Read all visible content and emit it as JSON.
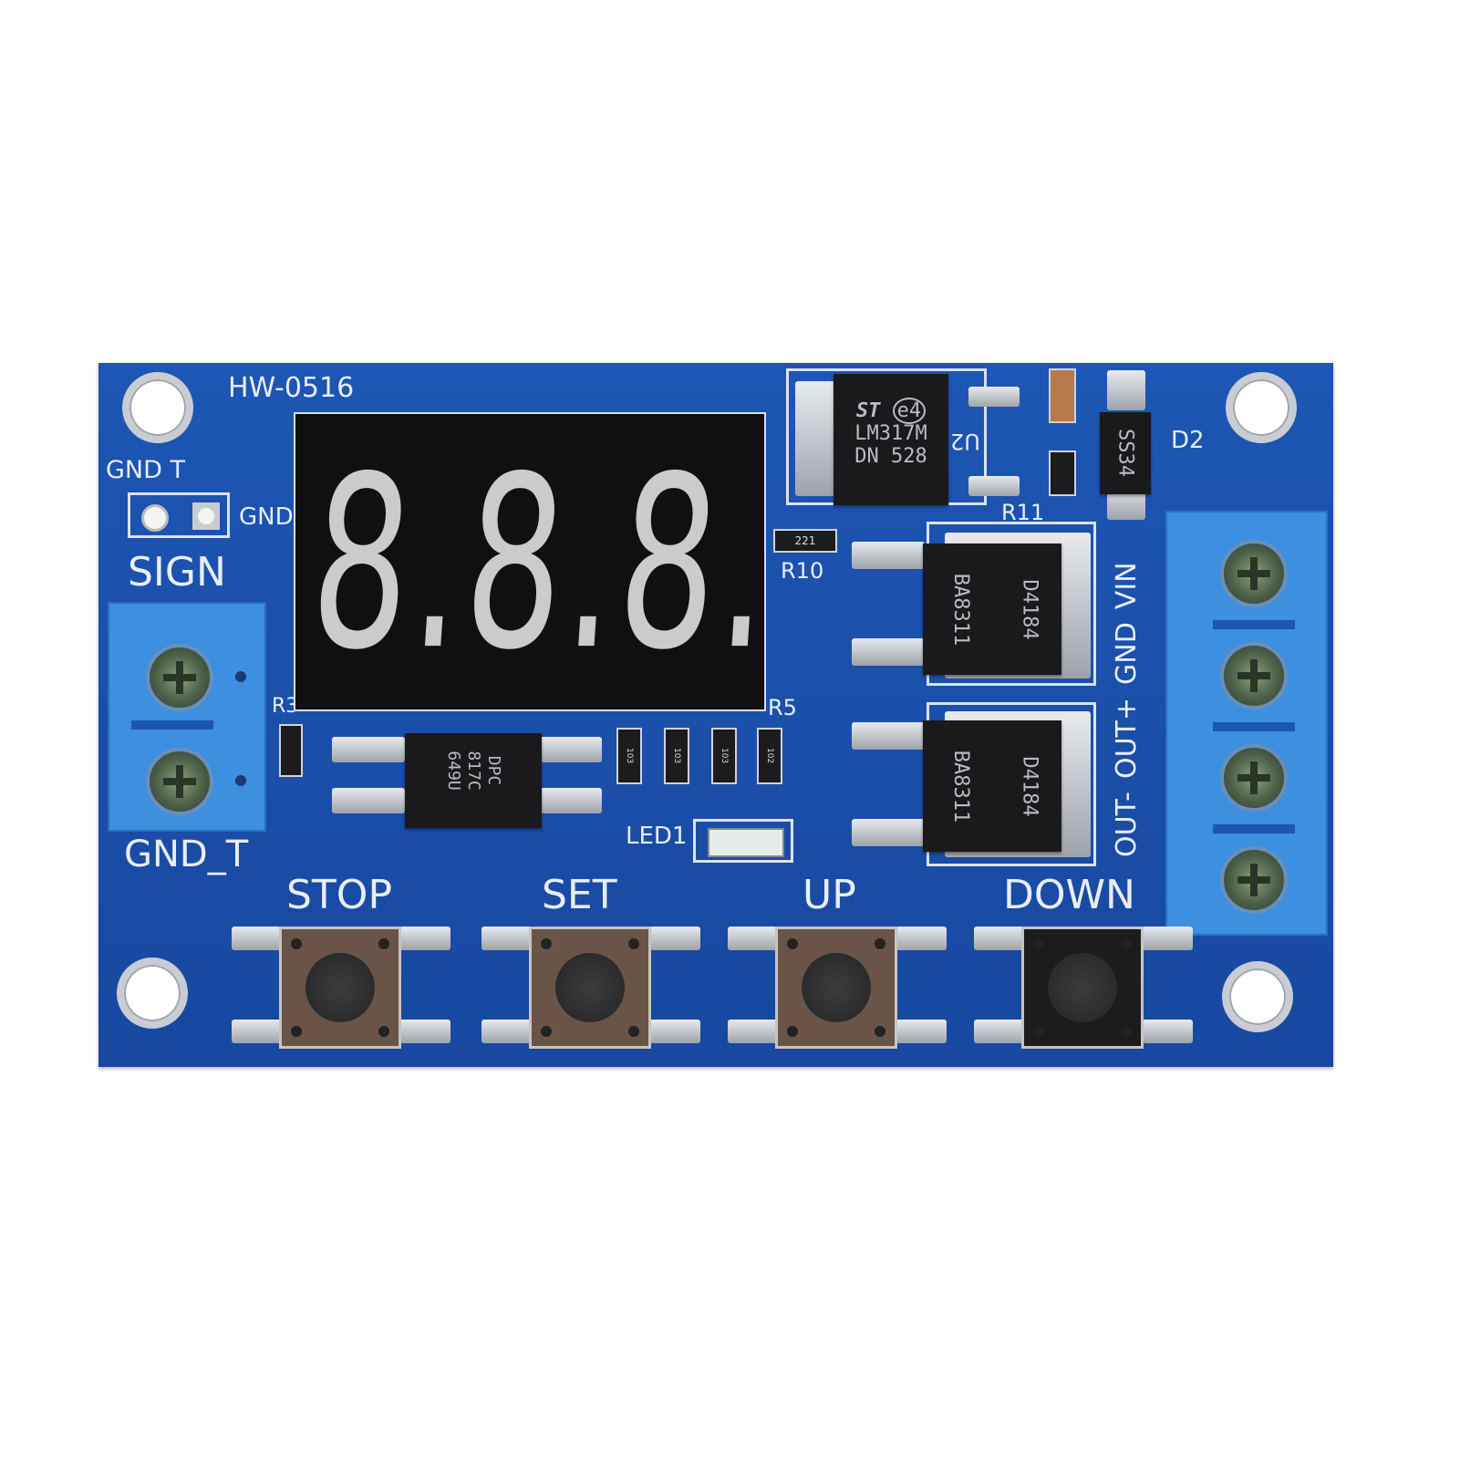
{
  "board": {
    "model": "HW-0516",
    "color": "#1b4fab",
    "labels": {
      "gnd_t_header": "GND  T",
      "gnd_header": "GND",
      "sign": "SIGN",
      "gnd_t": "GND_T",
      "r3": "R3",
      "r5": "R5",
      "r10": "R10",
      "r11": "R11",
      "u2": "U2",
      "d2": "D2",
      "led1": "LED1",
      "terminal_right": [
        "OUT-",
        "OUT+",
        "GND",
        "VIN"
      ]
    },
    "display": {
      "digits": "8.8.8.",
      "segment_color": "#c9cbcd"
    },
    "regulator": {
      "logo": "ST",
      "mark": "e4",
      "line1": "LM317M",
      "line2": "DN 528"
    },
    "diode": {
      "text": "SS34"
    },
    "optocoupler": {
      "line1": "DPC",
      "line2": "817C",
      "line3": "649U"
    },
    "mosfets": [
      {
        "line1": "BA8311",
        "line2": "D4184"
      },
      {
        "line1": "BA8311",
        "line2": "D4184"
      }
    ],
    "resistor_codes": [
      "221",
      "103",
      "103",
      "103",
      "102"
    ],
    "buttons": [
      {
        "label": "STOP"
      },
      {
        "label": "SET"
      },
      {
        "label": "UP"
      },
      {
        "label": "DOWN"
      }
    ]
  }
}
